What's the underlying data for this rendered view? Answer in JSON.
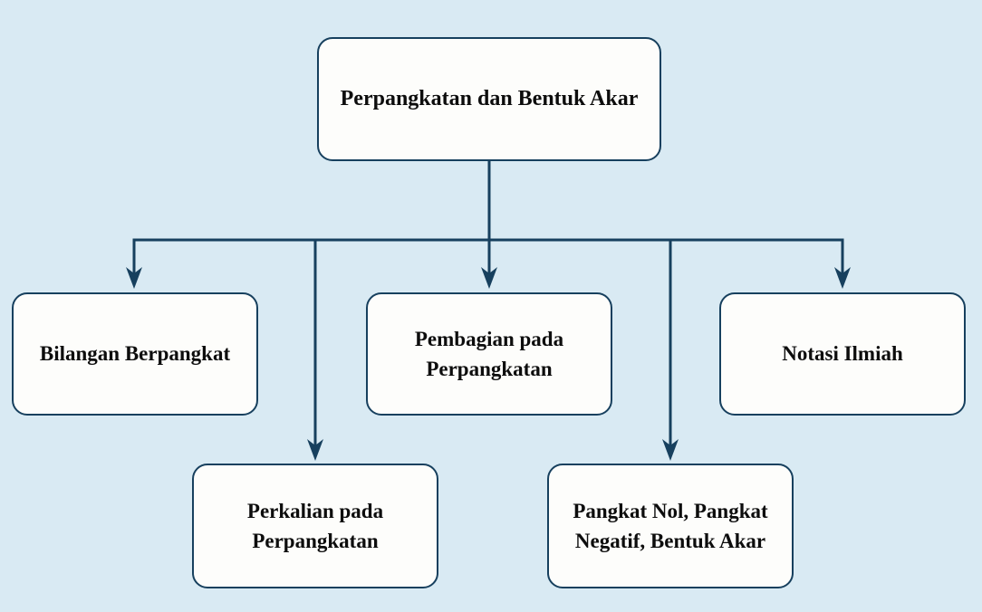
{
  "diagram": {
    "root": {
      "label": "Perpangkatan dan Bentuk Akar"
    },
    "children": [
      {
        "label": "Bilangan Berpangkat"
      },
      {
        "label": "Perkalian pada Perpangkatan"
      },
      {
        "label": "Pembagian pada Perpangkatan"
      },
      {
        "label": "Pangkat Nol, Pangkat Negatif, Bentuk Akar"
      },
      {
        "label": "Notasi Ilmiah"
      }
    ]
  },
  "colors": {
    "background": "#d9eaf3",
    "box_fill": "#fdfdfb",
    "box_border": "#17405e",
    "connector": "#17405e",
    "text": "#0d0d0d"
  }
}
